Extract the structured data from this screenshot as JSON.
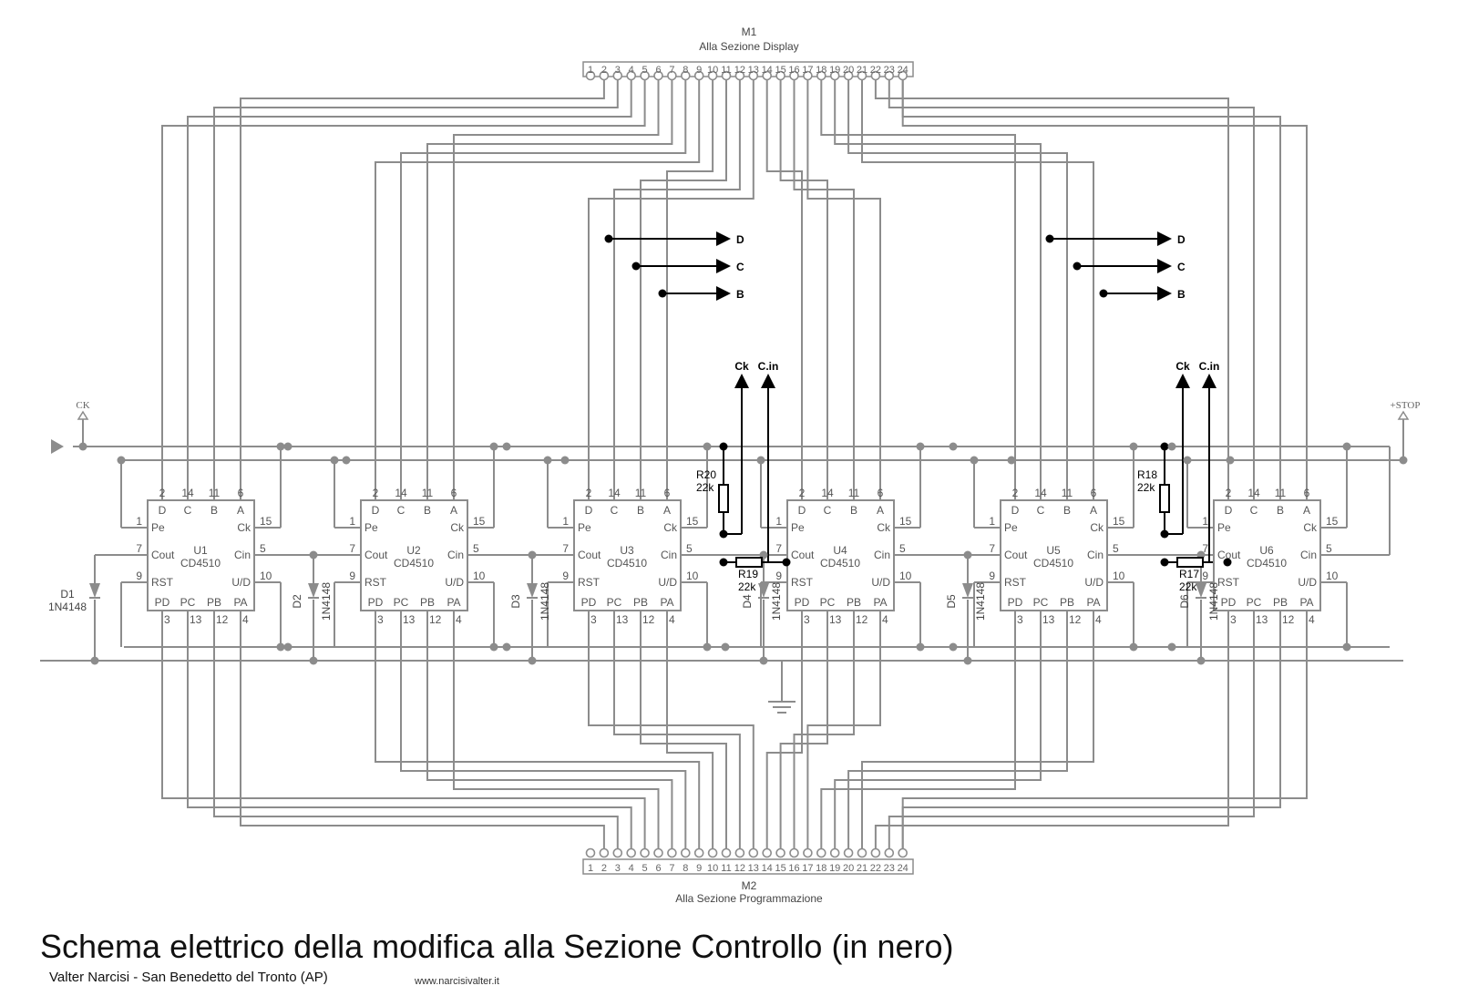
{
  "title": "Schema elettrico della modifica alla Sezione Controllo (in nero)",
  "author": "Valter Narcisi - San Benedetto del Tronto (AP)",
  "website": "www.narcisivalter.it",
  "connectors": {
    "top": {
      "ref": "M1",
      "label": "Alla Sezione Display"
    },
    "bottom": {
      "ref": "M2",
      "label": "Alla Sezione Programmazione"
    },
    "pins": [
      "1",
      "2",
      "3",
      "4",
      "5",
      "6",
      "7",
      "8",
      "9",
      "10",
      "11",
      "12",
      "13",
      "14",
      "15",
      "16",
      "17",
      "18",
      "19",
      "20",
      "21",
      "22",
      "23",
      "24"
    ]
  },
  "chips": [
    {
      "ref": "U1",
      "type": "CD4510"
    },
    {
      "ref": "U2",
      "type": "CD4510"
    },
    {
      "ref": "U3",
      "type": "CD4510"
    },
    {
      "ref": "U4",
      "type": "CD4510"
    },
    {
      "ref": "U5",
      "type": "CD4510"
    },
    {
      "ref": "U6",
      "type": "CD4510"
    }
  ],
  "chip_pins": {
    "top": [
      {
        "num": "2",
        "lab": "D"
      },
      {
        "num": "14",
        "lab": "C"
      },
      {
        "num": "11",
        "lab": "B"
      },
      {
        "num": "6",
        "lab": "A"
      }
    ],
    "bottom": [
      {
        "num": "3",
        "lab": "PD"
      },
      {
        "num": "13",
        "lab": "PC"
      },
      {
        "num": "12",
        "lab": "PB"
      },
      {
        "num": "4",
        "lab": "PA"
      }
    ],
    "left": [
      {
        "num": "1",
        "lab": "Pe"
      },
      {
        "num": "7",
        "lab": "Cout"
      },
      {
        "num": "9",
        "lab": "RST"
      }
    ],
    "right": [
      {
        "num": "15",
        "lab": "Ck"
      },
      {
        "num": "5",
        "lab": "Cin"
      },
      {
        "num": "10",
        "lab": "U/D"
      }
    ]
  },
  "diodes": [
    {
      "ref": "D1",
      "type": "1N4148"
    },
    {
      "ref": "D2",
      "type": "1N4148"
    },
    {
      "ref": "D3",
      "type": "1N4148"
    },
    {
      "ref": "D4",
      "type": "1N4148"
    },
    {
      "ref": "D5",
      "type": "1N4148"
    },
    {
      "ref": "D6",
      "type": "1N4148"
    }
  ],
  "resistors": [
    {
      "ref": "R20",
      "value": "22k"
    },
    {
      "ref": "R19",
      "value": "22k"
    },
    {
      "ref": "R18",
      "value": "22k"
    },
    {
      "ref": "R17",
      "value": "22k"
    }
  ],
  "signals": {
    "d": "D",
    "c": "C",
    "b": "B",
    "ck": "Ck",
    "cin": "C.in"
  },
  "ports": {
    "ck": "CK",
    "stop": "+STOP"
  }
}
